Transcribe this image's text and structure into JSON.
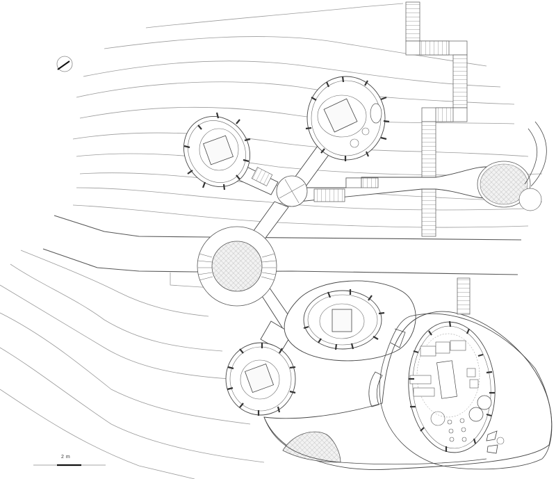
{
  "drawing": {
    "type": "architectural site plan",
    "scale_bar": {
      "label": "2 m"
    },
    "north_arrow": {
      "icon": "north-arrow-icon"
    },
    "elements": {
      "cabins": [
        {
          "id": "cabin-northwest",
          "shape": "circular",
          "features": [
            "bed",
            "wooden posts",
            "stair"
          ]
        },
        {
          "id": "cabin-north",
          "shape": "circular",
          "features": [
            "bed",
            "bathtub",
            "basins",
            "wooden posts"
          ]
        },
        {
          "id": "cabin-center-east",
          "shape": "elliptical",
          "features": [
            "bed",
            "stair",
            "wooden posts"
          ]
        },
        {
          "id": "cabin-southwest",
          "shape": "circular",
          "features": [
            "bed",
            "stair",
            "wooden posts"
          ]
        },
        {
          "id": "pavilion-southeast",
          "shape": "oval",
          "features": [
            "long table",
            "seating",
            "round tables",
            "lounge chairs"
          ]
        }
      ],
      "plaza": {
        "shape": "circular",
        "fill": "cross-hatch",
        "features": [
          "radial steps"
        ]
      },
      "junction": {
        "shape": "node",
        "connects": [
          "cabin-northwest",
          "cabin-north",
          "plaza",
          "east walkway"
        ]
      },
      "stairs": [
        "north-east switchback stair",
        "east descending stair",
        "walkway stairs"
      ],
      "pools": {
        "shape": "organic lobed",
        "features": [
          "curved retaining wall"
        ]
      },
      "terrain": {
        "contour_lines": true,
        "road": "two parallel road edges"
      }
    },
    "colors": {
      "line": "#444444",
      "contour": "#9a9a9a",
      "road": "#555555",
      "background": "#ffffff"
    }
  }
}
